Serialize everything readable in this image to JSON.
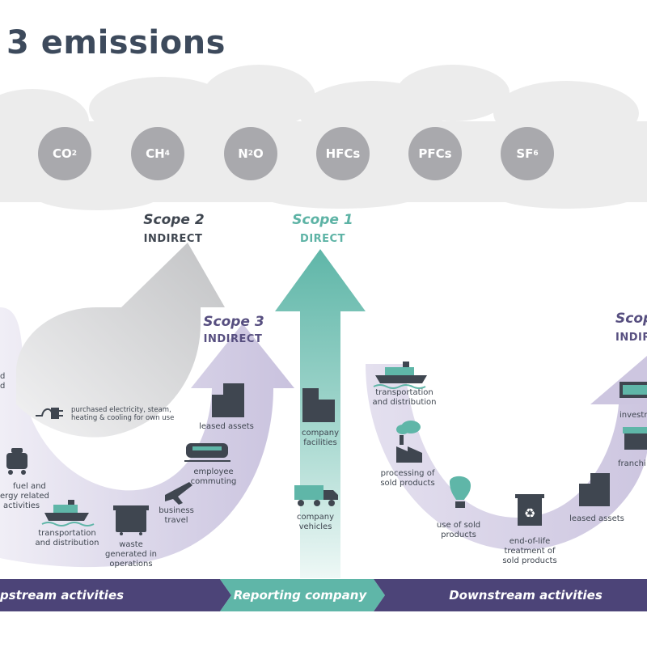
{
  "title": "3 emissions",
  "gases": [
    {
      "base": "CO",
      "sub": "2"
    },
    {
      "base": "CH",
      "sub": "4"
    },
    {
      "base": "N",
      "sub": "2",
      "rest": "O"
    },
    {
      "base": "HFCs",
      "sub": ""
    },
    {
      "base": "PFCs",
      "sub": ""
    },
    {
      "base": "SF",
      "sub": "6"
    }
  ],
  "scopes": {
    "scope2": {
      "title": "Scope 2",
      "sub": "INDIRECT"
    },
    "scope1": {
      "title": "Scope 1",
      "sub": "DIRECT"
    },
    "scope3_left": {
      "title": "Scope 3",
      "sub": "INDIRECT"
    },
    "scope3_right": {
      "title": "Scop",
      "sub": "INDIR"
    }
  },
  "upstream": {
    "partial_top": [
      "d",
      "d"
    ],
    "purchased_electricity": [
      "purchased electricity, steam,",
      "heating & cooling for own use"
    ],
    "leased_assets": "leased assets",
    "employee_commuting": [
      "employee",
      "commuting"
    ],
    "business_travel": [
      "business",
      "travel"
    ],
    "waste": [
      "waste",
      "generated in",
      "operations"
    ],
    "transportation": [
      "transportation",
      "and distribution"
    ],
    "fuel_energy": [
      "fuel and",
      "ergy related",
      "activities"
    ]
  },
  "reporting": {
    "company_facilities": [
      "company",
      "facilities"
    ],
    "company_vehicles": [
      "company",
      "vehicles"
    ]
  },
  "downstream": {
    "transportation": [
      "transportation",
      "and distribution"
    ],
    "processing": [
      "processing of",
      "sold products"
    ],
    "use_of_sold": [
      "use of sold",
      "products"
    ],
    "end_of_life": [
      "end-of-life",
      "treatment of",
      "sold products"
    ],
    "leased_assets": "leased assets",
    "investments": "investm",
    "franchises": "franchi"
  },
  "bar": {
    "upstream": "pstream activities",
    "reporting": "Reporting company",
    "downstream": "Downstream activities"
  },
  "colors": {
    "title": "#3d4a5c",
    "gas_circle": "#a9a9ad",
    "cloud": "#ececec",
    "scope1": "#5db3a5",
    "scope2": "#b7b9bb",
    "scope3": "#574f80",
    "purple_band": "#d8d4e6",
    "bar_dark": "#4c4478",
    "bar_teal": "#5fb6a8",
    "icon": "#3f4650",
    "icon_teal": "#5fb6a8"
  }
}
